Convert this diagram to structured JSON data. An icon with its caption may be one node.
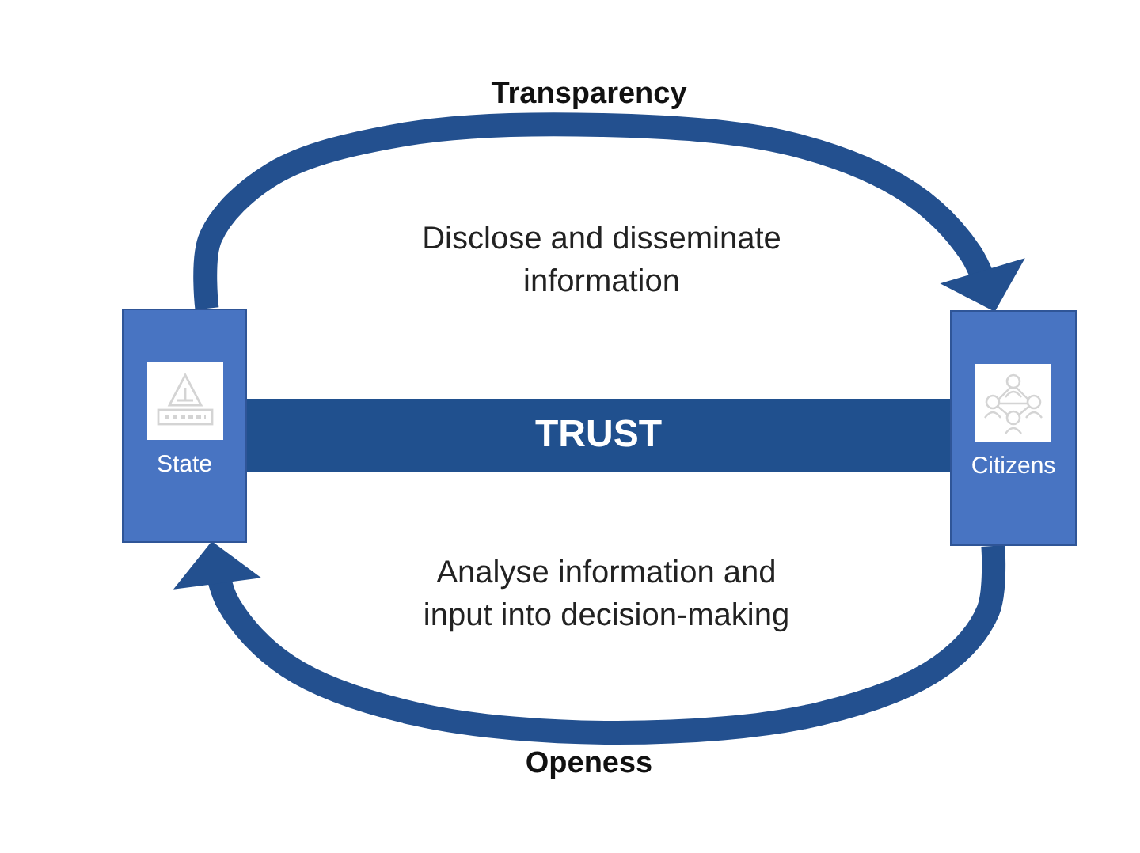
{
  "diagram": {
    "nodes": [
      {
        "text": [
          "State"
        ]
      },
      {
        "text": [
          "TRUST"
        ]
      },
      {
        "text": [
          "Citizens"
        ]
      }
    ],
    "edges": [
      {
        "from": 0,
        "to": 2,
        "arrow": "to",
        "label": "Transparency"
      },
      {
        "from": 2,
        "to": 0,
        "arrow": "to",
        "label": "Openess"
      }
    ],
    "labels": [
      "Disclose and disseminate information",
      "Analyse information and input into decision-making"
    ]
  }
}
